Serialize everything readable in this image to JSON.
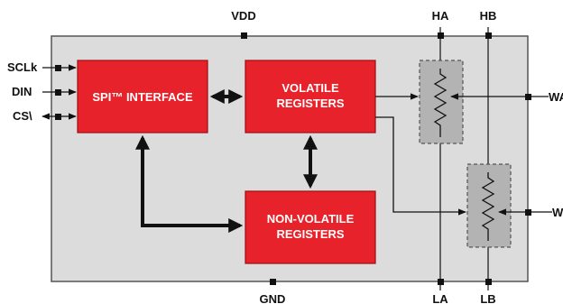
{
  "colors": {
    "chip_bg": "#dcdcdc",
    "chip_border": "#555555",
    "block_fill": "#e8222a",
    "block_border": "#9b0e13",
    "pot_fill": "#b3b3b3",
    "line": "#111111"
  },
  "pins": {
    "vdd": "VDD",
    "gnd": "GND",
    "ha": "HA",
    "hb": "HB",
    "la": "LA",
    "lb": "LB",
    "sclk": "SCLk",
    "din": "DIN",
    "cs": "CS\\",
    "wa": "WA",
    "wb": "WB"
  },
  "blocks": {
    "spi": "SPI™ INTERFACE",
    "volatile_line1": "VOLATILE",
    "volatile_line2": "REGISTERS",
    "nonvolatile_line1": "NON-VOLATILE",
    "nonvolatile_line2": "REGISTERS"
  },
  "icons": {
    "potentiometer_a": "potentiometer-icon",
    "potentiometer_b": "potentiometer-icon"
  }
}
